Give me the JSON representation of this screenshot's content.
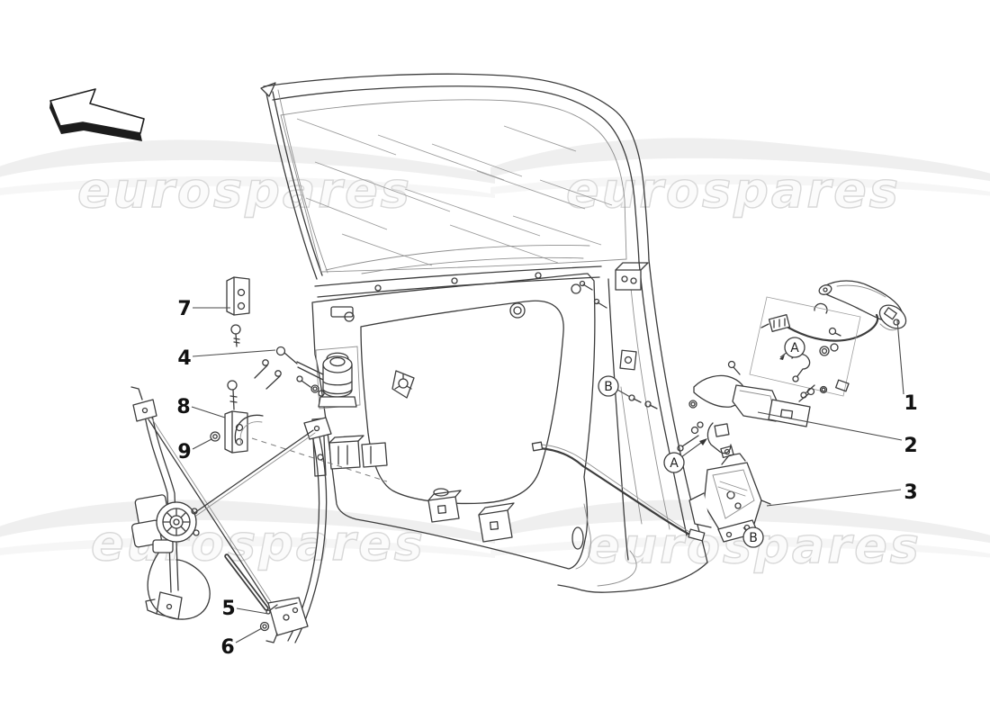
{
  "watermark": {
    "text": "eurospares"
  },
  "callouts": [
    "1",
    "2",
    "3",
    "4",
    "5",
    "6",
    "7",
    "8",
    "9"
  ],
  "letter_callouts": [
    "A",
    "A",
    "B",
    "B"
  ],
  "icons": {
    "direction_arrow": "arrow-pointing-upper-left"
  },
  "colors": {
    "line": "#3c3c3c",
    "watermark_fill": "#fbfbfb",
    "watermark_stroke": "#d8d8d8",
    "swoosh": "#efefef",
    "callout_text": "#111111"
  }
}
